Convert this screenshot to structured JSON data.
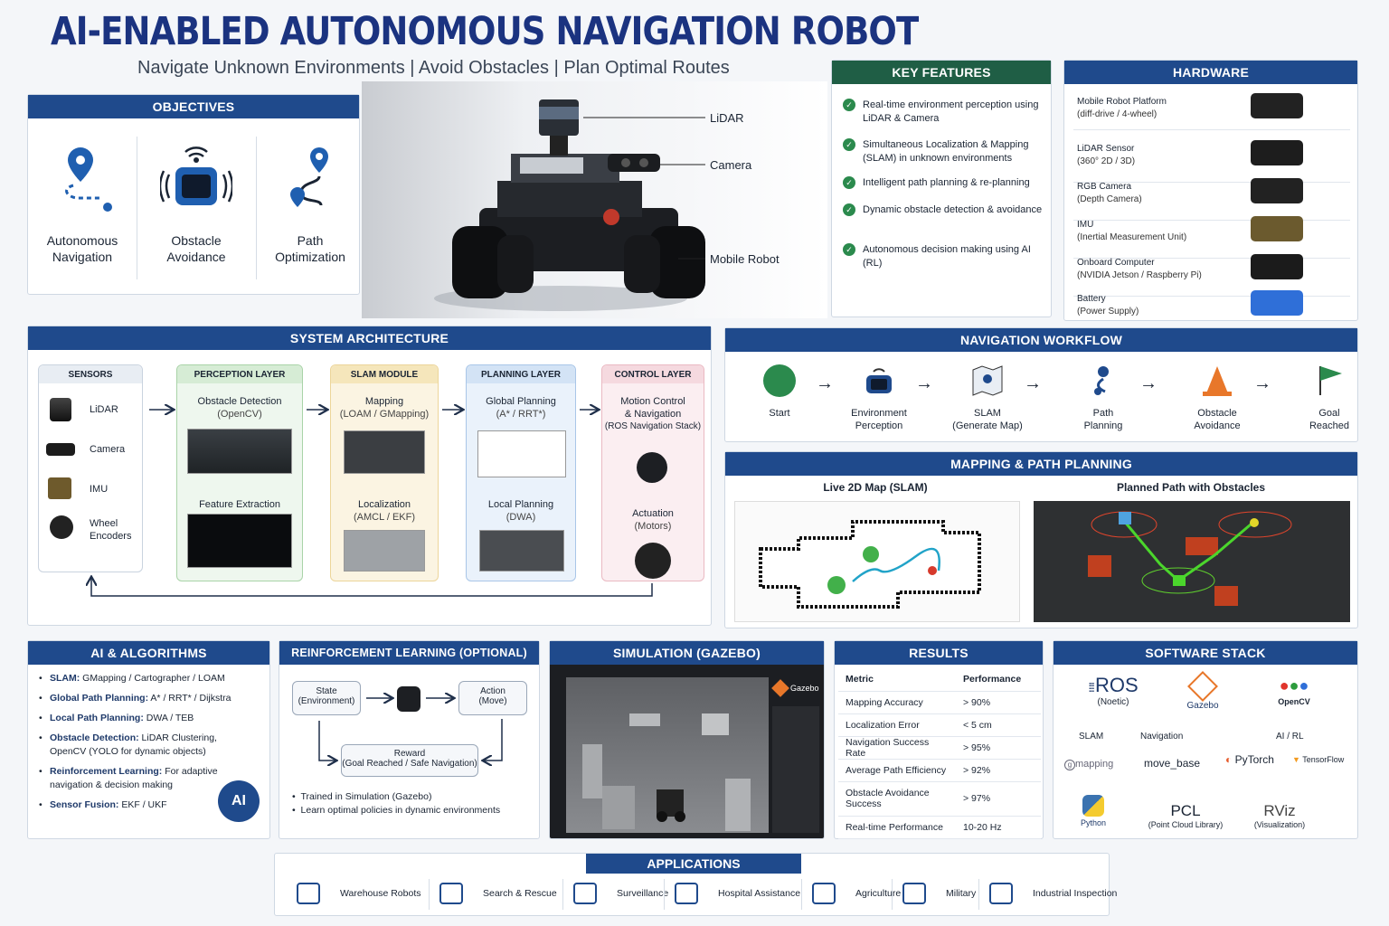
{
  "title": "AI-ENABLED AUTONOMOUS NAVIGATION ROBOT",
  "subtitle": "Navigate Unknown Environments  |  Avoid Obstacles  |  Plan Optimal Routes",
  "objectives": {
    "heading": "OBJECTIVES",
    "items": [
      {
        "label": "Autonomous Navigation",
        "icon": "location-pin-path-icon"
      },
      {
        "label": "Obstacle Avoidance",
        "icon": "robot-sensor-icon"
      },
      {
        "label": "Path Optimization",
        "icon": "route-pins-icon"
      }
    ]
  },
  "robot": {
    "labels": [
      "LiDAR",
      "Camera",
      "Mobile Robot"
    ]
  },
  "features": {
    "heading": "KEY FEATURES",
    "items": [
      "Real-time environment perception using LiDAR & Camera",
      "Simultaneous Localization & Mapping (SLAM) in unknown environments",
      "Intelligent path planning & re-planning",
      "Dynamic obstacle detection & avoidance",
      "Autonomous decision making using AI (RL)"
    ]
  },
  "hardware": {
    "heading": "HARDWARE",
    "items": [
      {
        "name": "Mobile Robot Platform",
        "desc": "(diff-drive / 4-wheel)"
      },
      {
        "name": "LiDAR Sensor",
        "desc": "(360° 2D / 3D)"
      },
      {
        "name": "RGB Camera",
        "desc": "(Depth Camera)"
      },
      {
        "name": "IMU",
        "desc": "(Inertial Measurement Unit)"
      },
      {
        "name": "Onboard Computer",
        "desc": "(NVIDIA Jetson / Raspberry Pi)"
      },
      {
        "name": "Battery",
        "desc": "(Power Supply)"
      }
    ]
  },
  "architecture": {
    "heading": "SYSTEM ARCHITECTURE",
    "sensors": {
      "title": "SENSORS",
      "items": [
        "LiDAR",
        "Camera",
        "IMU",
        "Wheel Encoders"
      ]
    },
    "perception": {
      "title": "PERCEPTION LAYER",
      "a": "Obstacle Detection",
      "a2": "(OpenCV)",
      "b": "Feature Extraction"
    },
    "slam": {
      "title": "SLAM MODULE",
      "a": "Mapping",
      "a2": "(LOAM / GMapping)",
      "b": "Localization",
      "b2": "(AMCL / EKF)"
    },
    "planning": {
      "title": "PLANNING LAYER",
      "a": "Global Planning",
      "a2": "(A* / RRT*)",
      "b": "Local Planning",
      "b2": "(DWA)"
    },
    "control": {
      "title": "CONTROL LAYER",
      "a": "Motion Control",
      "a2": "& Navigation",
      "a3": "(ROS Navigation Stack)",
      "b": "Actuation",
      "b2": "(Motors)"
    }
  },
  "workflow": {
    "heading": "NAVIGATION WORKFLOW",
    "steps": [
      {
        "l1": "Start",
        "l2": ""
      },
      {
        "l1": "Environment",
        "l2": "Perception"
      },
      {
        "l1": "SLAM",
        "l2": "(Generate Map)"
      },
      {
        "l1": "Path",
        "l2": "Planning"
      },
      {
        "l1": "Obstacle",
        "l2": "Avoidance"
      },
      {
        "l1": "Goal",
        "l2": "Reached"
      }
    ]
  },
  "mapping": {
    "heading": "MAPPING & PATH PLANNING",
    "left": "Live 2D Map (SLAM)",
    "right": "Planned Path with Obstacles"
  },
  "algorithms": {
    "heading": "AI & ALGORITHMS",
    "items": [
      {
        "k": "SLAM:",
        "v": " GMapping / Cartographer / LOAM"
      },
      {
        "k": "Global Path Planning:",
        "v": " A* / RRT* / Dijkstra"
      },
      {
        "k": "Local Path Planning:",
        "v": " DWA / TEB"
      },
      {
        "k": "Obstacle Detection:",
        "v": " LiDAR Clustering, OpenCV (YOLO for dynamic objects)"
      },
      {
        "k": "Reinforcement Learning:",
        "v": " For adaptive navigation & decision making"
      },
      {
        "k": "Sensor Fusion:",
        "v": " EKF / UKF"
      }
    ],
    "badge": "AI"
  },
  "rl": {
    "heading": "REINFORCEMENT LEARNING (OPTIONAL)",
    "state": "State",
    "state2": "(Environment)",
    "action": "Action",
    "action2": "(Move)",
    "reward": "Reward",
    "reward2": "(Goal Reached / Safe Navigation)",
    "notes": [
      "Trained in Simulation (Gazebo)",
      "Learn optimal policies in dynamic environments"
    ]
  },
  "simulation": {
    "heading": "SIMULATION (GAZEBO)",
    "logo": "Gazebo"
  },
  "results": {
    "heading": "RESULTS",
    "col1": "Metric",
    "col2": "Performance",
    "rows": [
      [
        "Mapping Accuracy",
        "> 90%"
      ],
      [
        "Localization Error",
        "< 5 cm"
      ],
      [
        "Navigation Success Rate",
        "> 95%"
      ],
      [
        "Average Path Efficiency",
        "> 92%"
      ],
      [
        "Obstacle Avoidance Success",
        "> 97%"
      ],
      [
        "Real-time Performance",
        "10-20 Hz"
      ]
    ]
  },
  "software": {
    "heading": "SOFTWARE STACK",
    "ros": "ROS",
    "ros2": "(Noetic)",
    "gazebo": "Gazebo",
    "opencv": "OpenCV",
    "slam": "SLAM",
    "nav": "Navigation",
    "airl": "AI / RL",
    "gmapping": "mapping",
    "movebase": "move_base",
    "pytorch": "PyTorch",
    "tensorflow": "TensorFlow",
    "python": "Python",
    "pcl": "PCL",
    "pcl2": "(Point Cloud Library)",
    "rviz": "RViz",
    "rviz2": "(Visualization)"
  },
  "applications": {
    "heading": "APPLICATIONS",
    "items": [
      "Warehouse Robots",
      "Search & Rescue",
      "Surveillance",
      "Hospital Assistance",
      "Agriculture",
      "Military",
      "Industrial Inspection"
    ]
  },
  "colors": {
    "navy": "#1f4a8c",
    "green": "#1f5e45",
    "title": "#1b3380"
  }
}
